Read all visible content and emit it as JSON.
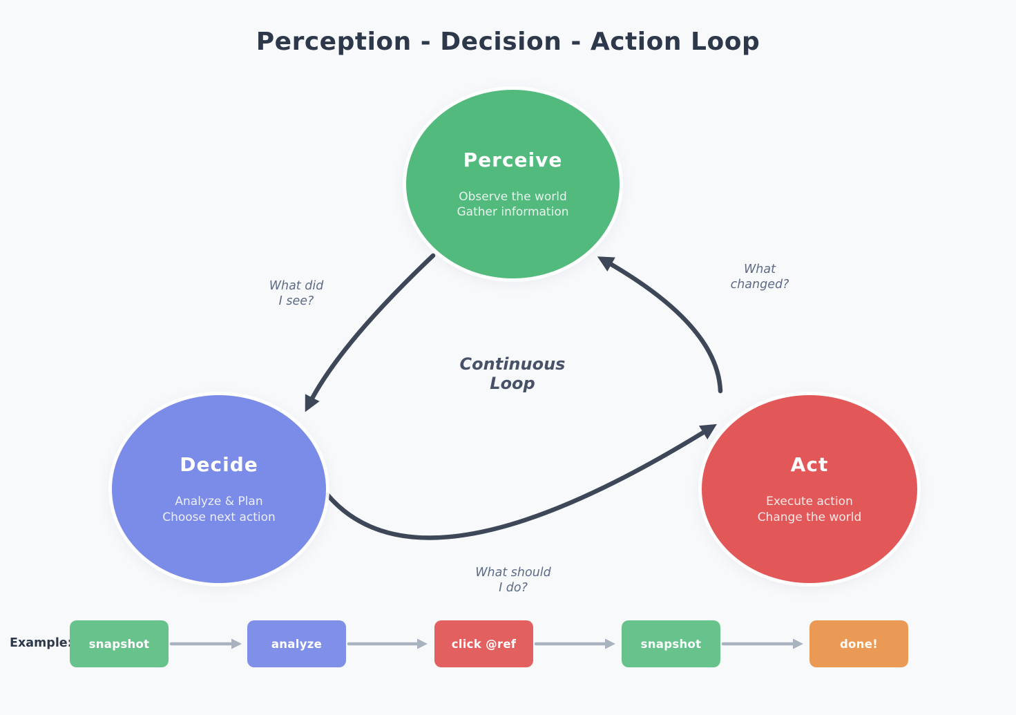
{
  "title": "Perception - Decision - Action Loop",
  "center_label": "Continuous\nLoop",
  "nodes": [
    {
      "id": "perceive",
      "title": "Perceive",
      "subtitle": "Observe the world\nGather information",
      "color": "#52ba7d"
    },
    {
      "id": "decide",
      "title": "Decide",
      "subtitle": "Analyze & Plan\nChoose next action",
      "color": "#7b8ce8"
    },
    {
      "id": "act",
      "title": "Act",
      "subtitle": "Execute action\nChange the world",
      "color": "#e25757"
    }
  ],
  "arrow_labels": {
    "perceive_to_decide": "What did\nI see?",
    "decide_to_act": "What should\nI do?",
    "act_to_perceive": "What\nchanged?"
  },
  "example": {
    "label": "Example:",
    "steps": [
      {
        "label": "snapshot",
        "color": "#68c28b"
      },
      {
        "label": "analyze",
        "color": "#8090e8"
      },
      {
        "label": "click @ref",
        "color": "#e36060"
      },
      {
        "label": "snapshot",
        "color": "#68c28b"
      },
      {
        "label": "done!",
        "color": "#eb9a55"
      }
    ]
  },
  "colors": {
    "background": "#f8f9fb",
    "title_text": "#2d384b",
    "loop_arrow": "#3d4757",
    "label_text": "#5d6a85",
    "loop_label_text": "#475268",
    "flow_arrow": "#a9b2bf",
    "node_text": "#ffffff"
  }
}
